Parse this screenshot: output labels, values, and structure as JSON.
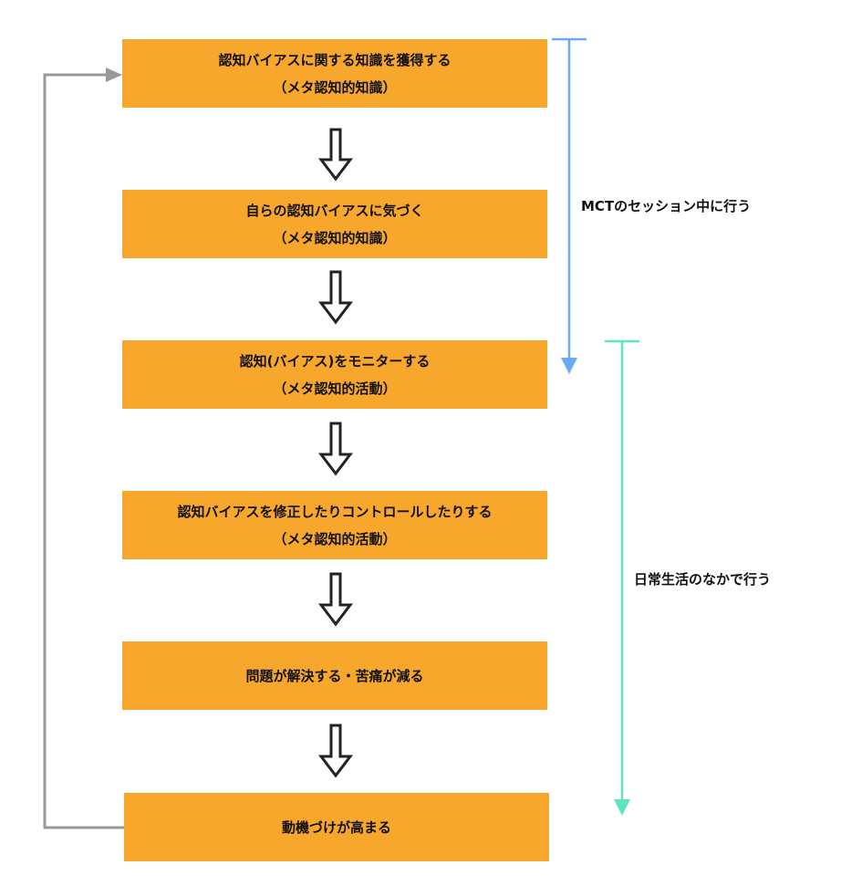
{
  "steps": [
    {
      "line1": "認知バイアスに関する知識を獲得する",
      "line2": "（メタ認知的知識）"
    },
    {
      "line1": "自らの認知バイアスに気づく",
      "line2": "（メタ認知的知識）"
    },
    {
      "line1": "認知(バイアス)をモニターする",
      "line2": "（メタ認知的活動）"
    },
    {
      "line1": "認知バイアスを修正したりコントロールしたりする",
      "line2": "（メタ認知的活動）"
    },
    {
      "line1": "問題が解決する・苦痛が減る"
    },
    {
      "line1": "動機づけが高まる"
    }
  ],
  "brackets": {
    "session": {
      "label": "MCTのセッション中に行う",
      "color": "#6AAAF0"
    },
    "daily": {
      "label": "日常生活のなかで行う",
      "color": "#5EE4BE"
    }
  },
  "colors": {
    "box_fill": "#F7A72B",
    "loop_arrow": "#999999",
    "down_arrow": "#222222"
  }
}
